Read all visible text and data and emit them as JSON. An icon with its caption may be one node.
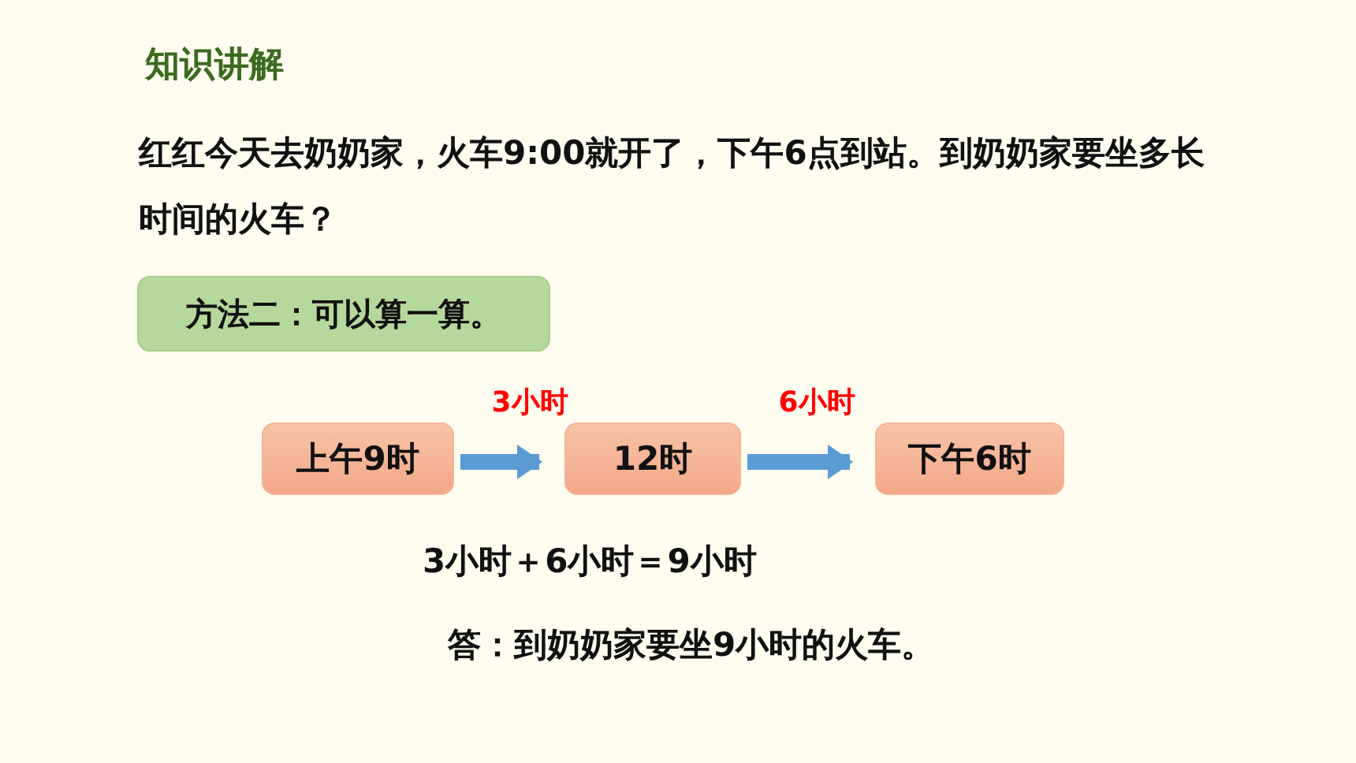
{
  "diagram": {
    "title": "知识讲解",
    "nodes": [
      {
        "text": [
          "方法二：可以算一算。"
        ]
      },
      {
        "text": [
          "上午9时"
        ]
      },
      {
        "text": [
          "12时"
        ]
      },
      {
        "text": [
          "下午6时"
        ]
      }
    ],
    "edges": [
      {
        "from": 1,
        "to": 2,
        "arrow": "to",
        "label": "3小时"
      },
      {
        "from": 2,
        "to": 3,
        "arrow": "to",
        "label": "6小时"
      }
    ],
    "labels": [
      "红红今天去奶奶家，火车9:00就开了，下午6点到站。到奶奶家要坐多长时间的火车？",
      "3小时＋6小时＝9小时",
      "答：到奶奶家要坐9小时的火车。"
    ]
  }
}
